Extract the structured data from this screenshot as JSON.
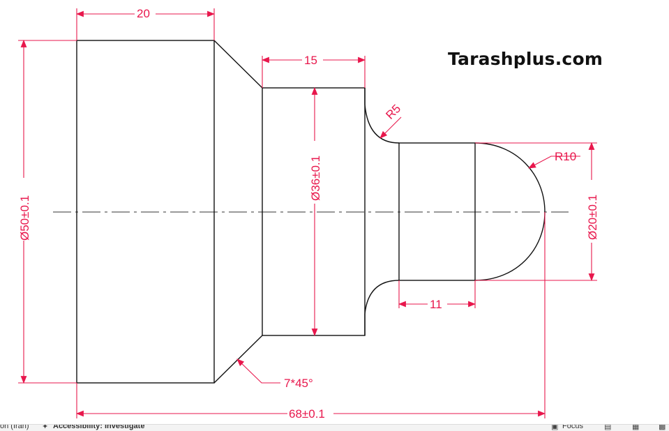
{
  "watermark": "Tarashplus.com",
  "dimensions": {
    "len_20": "20",
    "len_15": "15",
    "len_11": "11",
    "len_total": "68±0.1",
    "dia_50": "Ø50±0.1",
    "dia_36": "Ø36±0.1",
    "dia_20": "Ø20±0.1",
    "radius_5": "R5",
    "radius_10": "R10",
    "chamfer": "7*45°"
  },
  "statusbar": {
    "left_text": "on (Iran)",
    "accessibility": "Accessibility: Investigate",
    "focus": "Focus"
  },
  "colors": {
    "dimension": "#e8174c",
    "outline": "#111111"
  }
}
